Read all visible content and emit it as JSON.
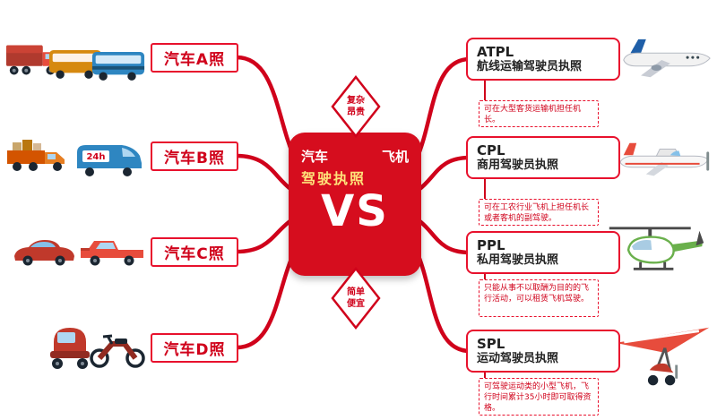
{
  "center": {
    "left_label": "汽车",
    "right_label": "飞机",
    "sub_label": "驾驶执照",
    "vs": "VS",
    "top_tag_lines": [
      "复杂",
      "昂贵"
    ],
    "bottom_tag_lines": [
      "简单",
      "便宜"
    ]
  },
  "left_items": [
    {
      "label": "汽车A照"
    },
    {
      "label": "汽车B照"
    },
    {
      "label": "汽车C照"
    },
    {
      "label": "汽车D照"
    }
  ],
  "right_items": [
    {
      "code": "ATPL",
      "name": "航线运输驾驶员执照",
      "note": "可在大型客货运输机担任机长。"
    },
    {
      "code": "CPL",
      "name": "商用驾驶员执照",
      "note": "可在工农行业飞机上担任机长或者客机的副驾驶。"
    },
    {
      "code": "PPL",
      "name": "私用驾驶员执照",
      "note": "只能从事不以取酬为目的的飞行活动，可以租赁飞机驾驶。"
    },
    {
      "code": "SPL",
      "name": "运动驾驶员执照",
      "note": "可驾驶运动类的小型飞机，飞行时间累计35小时即可取得资格。"
    }
  ],
  "vehicles": {
    "van_badge": "24h"
  },
  "colors": {
    "accent_red": "#d0021b",
    "center_bg": "#d60d1e",
    "box_border": "#e8112d"
  }
}
